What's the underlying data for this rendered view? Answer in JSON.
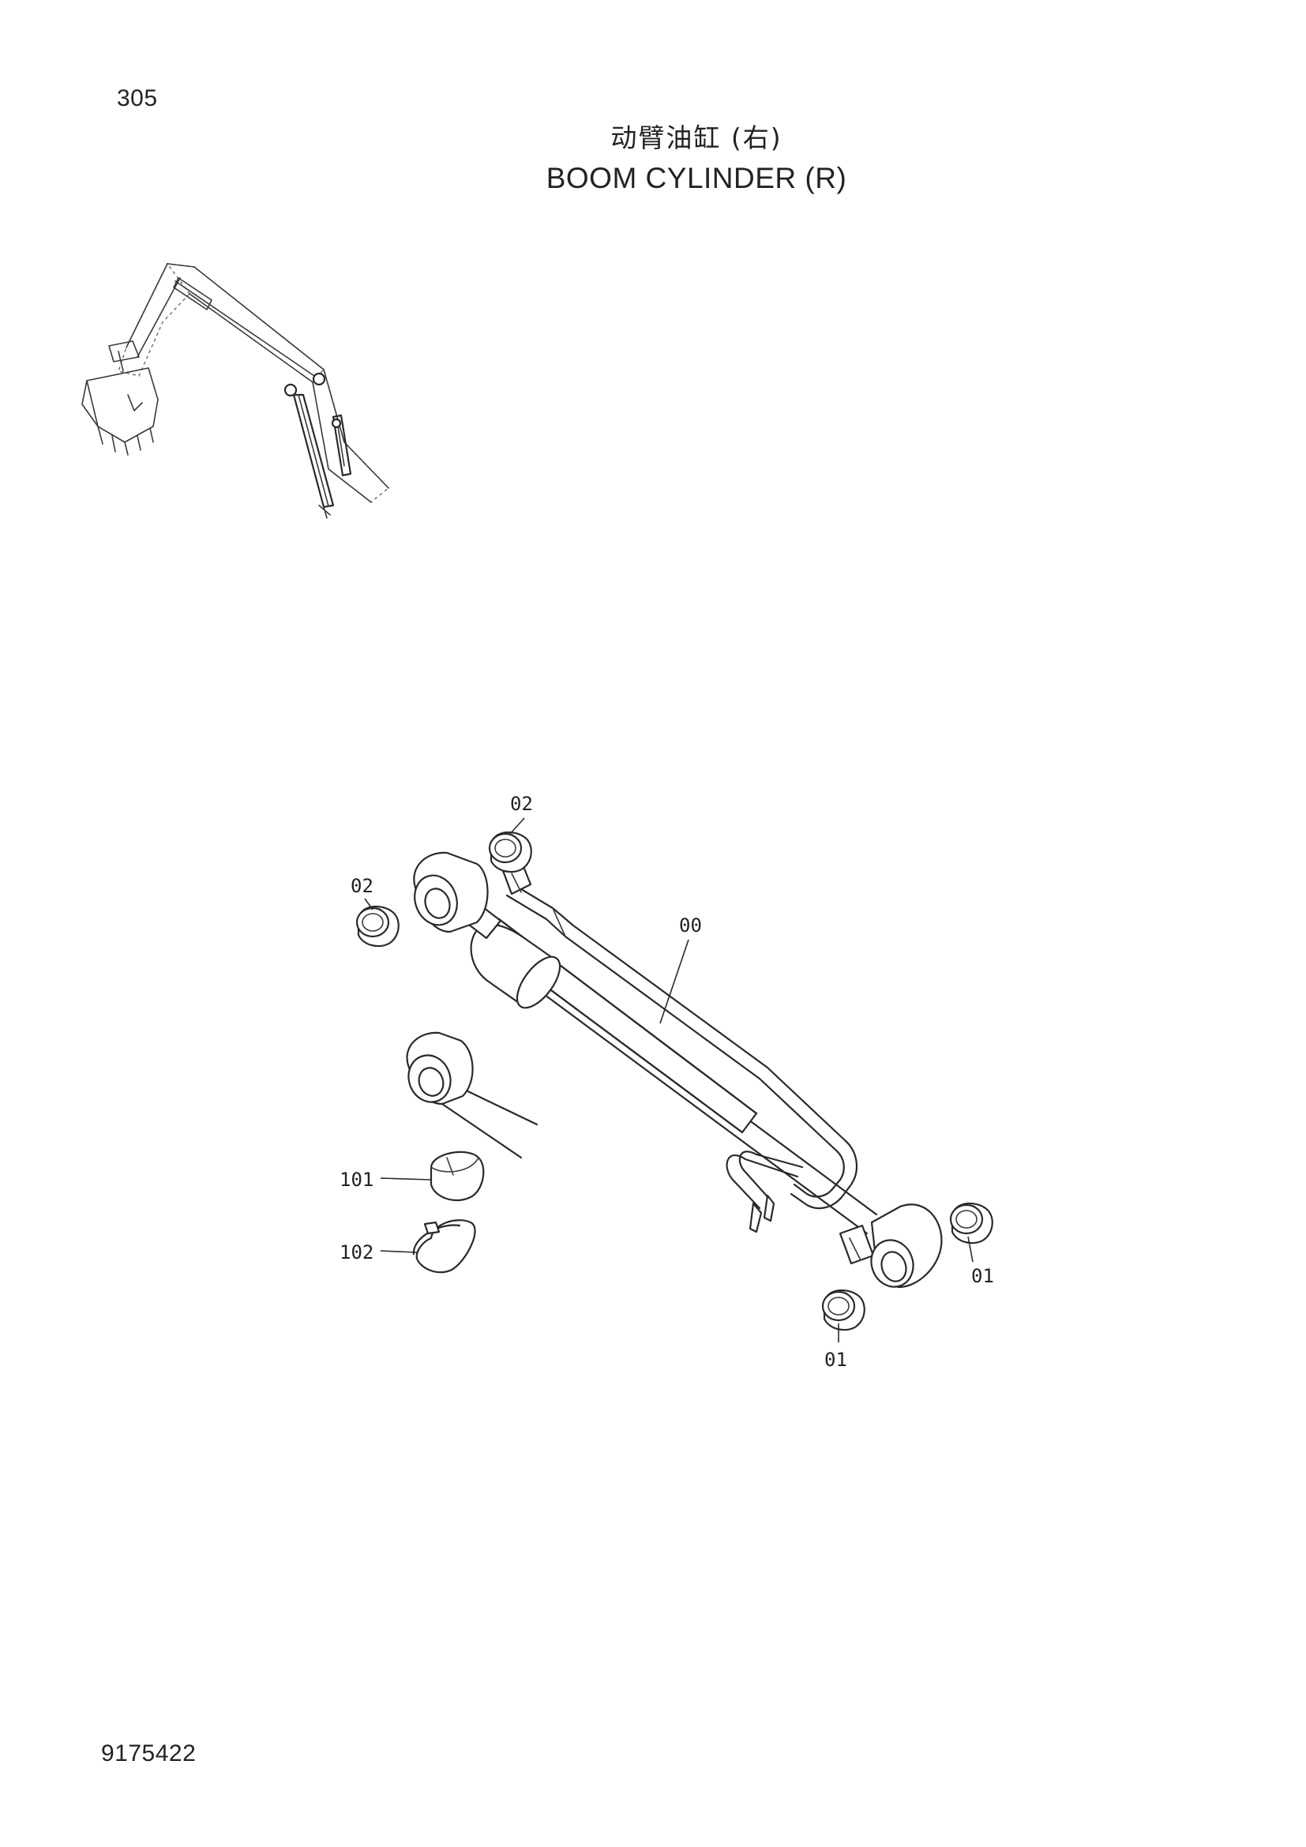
{
  "header": {
    "page_number": "305",
    "title_cn": "动臂油缸 (右)",
    "title_en": "BOOM CYLINDER (R)"
  },
  "footer": {
    "doc_number": "9175422"
  },
  "callouts": {
    "c02_top": "02",
    "c02_left": "02",
    "c00": "00",
    "c101": "101",
    "c102": "102",
    "c01_right": "01",
    "c01_bottom": "01"
  }
}
